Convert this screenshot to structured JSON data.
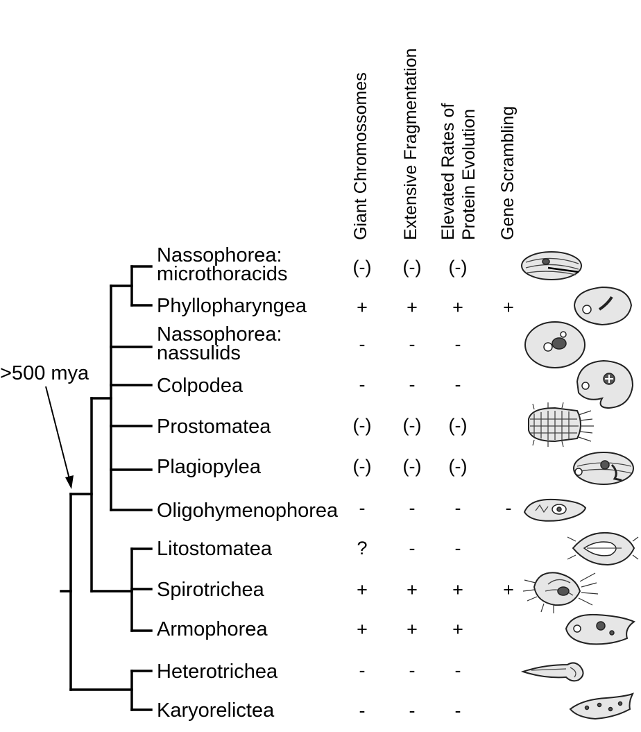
{
  "age_label": ">500 mya",
  "columns": [
    {
      "id": "giant",
      "lines": [
        "Giant Chromossomes"
      ]
    },
    {
      "id": "frag",
      "lines": [
        "Extensive Fragmentation"
      ]
    },
    {
      "id": "rates",
      "lines": [
        "Elevated Rates of",
        "Protein Evolution"
      ]
    },
    {
      "id": "scramble",
      "lines": [
        "Gene Scrambling"
      ]
    }
  ],
  "taxa": [
    {
      "lines": [
        "Nassophorea:",
        "microthoracids"
      ],
      "marks": [
        "(-)",
        "(-)",
        "(-)",
        ""
      ],
      "illustration": "microthoracid-cell-icon"
    },
    {
      "lines": [
        "Phyllopharyngea"
      ],
      "marks": [
        "+",
        "+",
        "+",
        "+"
      ],
      "illustration": "phyllopharyngea-cell-icon"
    },
    {
      "lines": [
        "Nassophorea:",
        "nassulids"
      ],
      "marks": [
        "-",
        "-",
        "-",
        ""
      ],
      "illustration": "nassulid-cell-icon"
    },
    {
      "lines": [
        "Colpodea"
      ],
      "marks": [
        "-",
        "-",
        "-",
        ""
      ],
      "illustration": "colpodea-cell-icon"
    },
    {
      "lines": [
        "Prostomatea"
      ],
      "marks": [
        "(-)",
        "(-)",
        "(-)",
        ""
      ],
      "illustration": "prostomatea-cell-icon"
    },
    {
      "lines": [
        "Plagiopylea"
      ],
      "marks": [
        "(-)",
        "(-)",
        "(-)",
        ""
      ],
      "illustration": "plagiopylea-cell-icon"
    },
    {
      "lines": [
        "Oligohymenophorea"
      ],
      "marks": [
        "-",
        "-",
        "-",
        "-"
      ],
      "illustration": "oligohymenophorea-cell-icon"
    },
    {
      "lines": [
        "Litostomatea"
      ],
      "marks": [
        "?",
        "-",
        "-",
        ""
      ],
      "illustration": "litostomatea-cell-icon"
    },
    {
      "lines": [
        "Spirotrichea"
      ],
      "marks": [
        "+",
        "+",
        "+",
        "+"
      ],
      "illustration": "spirotrichea-cell-icon"
    },
    {
      "lines": [
        "Armophorea"
      ],
      "marks": [
        "+",
        "+",
        "+",
        ""
      ],
      "illustration": "armophorea-cell-icon"
    },
    {
      "lines": [
        "Heterotrichea"
      ],
      "marks": [
        "-",
        "-",
        "-",
        ""
      ],
      "illustration": "heterotrichea-cell-icon"
    },
    {
      "lines": [
        "Karyorelictea"
      ],
      "marks": [
        "-",
        "-",
        "-",
        ""
      ],
      "illustration": "karyorelictea-cell-icon"
    }
  ]
}
